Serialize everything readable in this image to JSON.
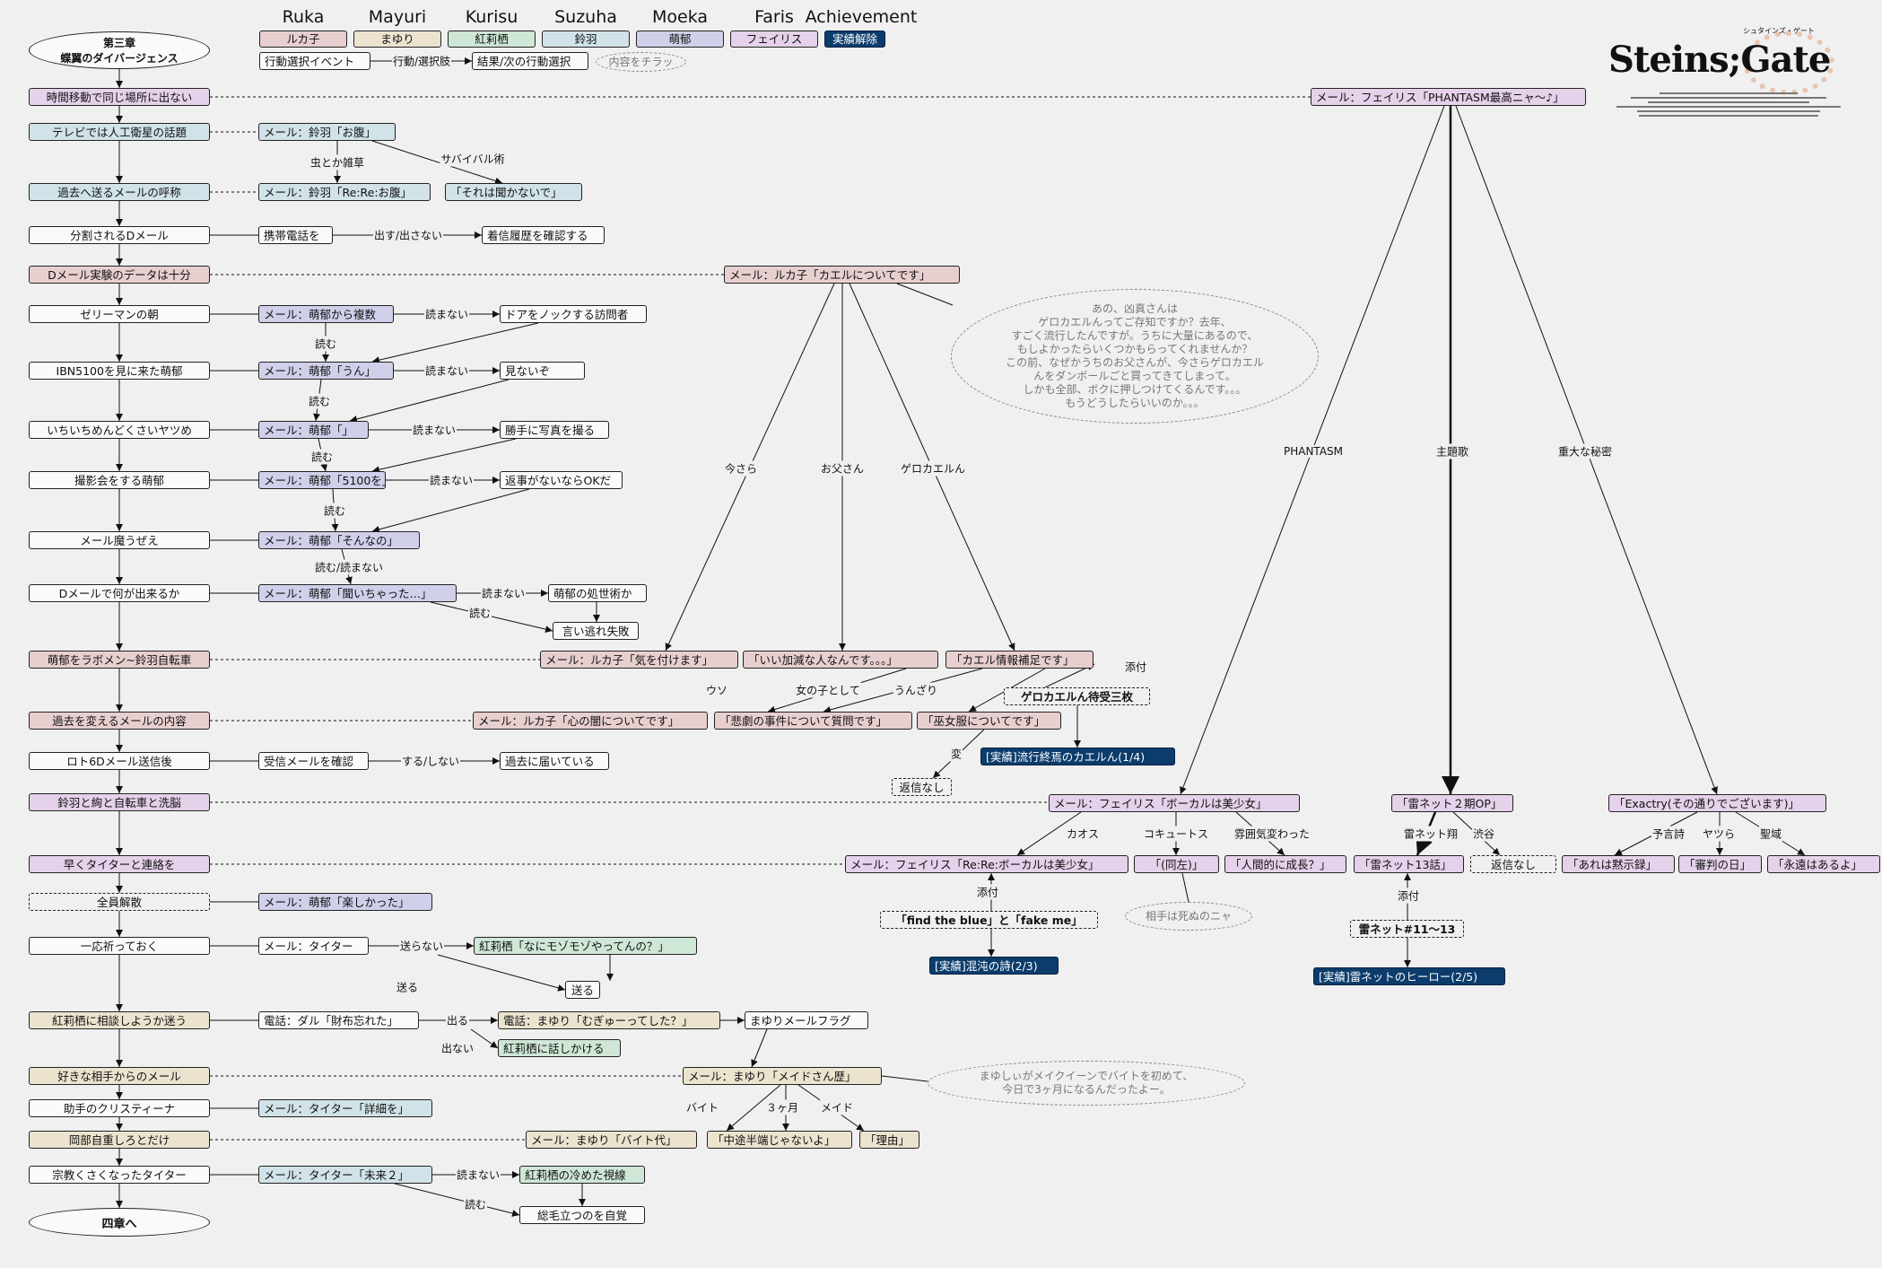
{
  "legend": {
    "characters": [
      {
        "name": "Ruka",
        "label": "ルカ子",
        "color": "#e8cfcf"
      },
      {
        "name": "Mayuri",
        "label": "まゆり",
        "color": "#ece3cf"
      },
      {
        "name": "Kurisu",
        "label": "紅莉栖",
        "color": "#cfe7d6"
      },
      {
        "name": "Suzuha",
        "label": "鈴羽",
        "color": "#d1e3e8"
      },
      {
        "name": "Moeka",
        "label": "萌郁",
        "color": "#d0d0ea"
      },
      {
        "name": "Faris",
        "label": "フェイリス",
        "color": "#e5d1ea"
      },
      {
        "name": "Achievement",
        "label": "実績解除",
        "color": "#0b3c6c"
      }
    ],
    "event": "行動選択イベント",
    "choice": "行動/選択肢",
    "result": "結果/次の行動選択",
    "glimpse": "内容をチラッ"
  },
  "chapter": {
    "line1": "第三章",
    "line2": "蝶翼のダイバージェンス",
    "next": "四章へ"
  },
  "logo": {
    "title": "Steins;Gate",
    "subtitle": "シュタインズ・ゲート"
  },
  "main_events": [
    "時間移動で同じ場所に出ない",
    "テレビでは人工衛星の話題",
    "過去へ送るメールの呼称",
    "分割されるDメール",
    "Dメール実験のデータは十分",
    "ゼリーマンの朝",
    "IBN5100を見に来た萌郁",
    "いちいちめんどくさいヤツめ",
    "撮影会をする萌郁",
    "メール魔うぜえ",
    "Dメールで何が出来るか",
    "萌郁をラボメン~鈴羽自転車",
    "過去を変えるメールの内容",
    "ロト6Dメール送信後",
    "鈴羽と絢と自転車と洗脳",
    "早くタイターと連絡を",
    "全員解散",
    "一応祈っておく",
    "紅莉栖に相談しようか迷う",
    "好きな相手からのメール",
    "助手のクリスティーナ",
    "岡部自重しろとだけ",
    "宗教くさくなったタイター"
  ],
  "nodes": {
    "suzu_onaka": "メール：鈴羽「お腹」",
    "suzu_rere": "メール：鈴羽「Re:Re:お腹」",
    "sore": "「それは聞かないで」",
    "keitai": "携帯電話を",
    "chakushin": "着信履歴を確認する",
    "ruka_kaeru": "メール：ルカ子「カエルについてです」",
    "moe_fukusu": "メール：萌郁から複数",
    "door": "ドアをノックする訪問者",
    "moe_un": "メール：萌郁「うん」",
    "minaizo": "見ないぞ",
    "moe_empty": "メール：萌郁「」",
    "katte": "勝手に写真を撮る",
    "moe_5100": "メール：萌郁「5100を」",
    "henji": "返事がないならOKだ",
    "moe_sonna": "メール：萌郁「そんなの」",
    "moe_kiichatta": "メール：萌郁「聞いちゃった…」",
    "shoseijutsu": "萌郁の処世術か",
    "iinogare": "言い逃れ失敗",
    "ruka_ki": "メール：ルカ子「気を付けます」",
    "iikagen": "「いい加減な人なんです。。。」",
    "kaeru_hosoku": "「カエル情報補足です」",
    "gero_3": "ゲロカエルん待受三枚",
    "ruka_yami": "メール：ルカ子「心の闇についてです」",
    "higeki": "「悲劇の事件について質問です」",
    "miko": "「巫女服についてです」",
    "henshin_nashi1": "返信なし",
    "ach_kaeru": "[実績]流行終焉のカエルん(1/4)",
    "jushin": "受信メールを確認",
    "kako_todoite": "過去に届いている",
    "faris_phantasm": "メール：フェイリス「PHANTASM最高ニャ～♪」",
    "faris_vocal": "メール：フェイリス「ボーカルは美少女」",
    "rainet_op": "「雷ネット２期OP」",
    "exactry": "「Exactry(その通りでございます)」",
    "faris_rere": "メール：フェイリス「Re:Re:ボーカルは美少女」",
    "douhidari": "「(同左)」",
    "ningen": "「人間的に成長？」",
    "rainet13": "「雷ネット13話」",
    "henshin_nashi2": "返信なし",
    "mokushiroku": "「あれは黙示録」",
    "shinpan": "「審判の日」",
    "eien": "「永遠はあるよ」",
    "find_blue": "「find the blue」と「fake me」",
    "rainet11": "雷ネット#11～13",
    "ach_konton": "[実績]混沌の詩(2/3)",
    "ach_hero": "[実績]雷ネットのヒーロー(2/5)",
    "moe_tanoshi": "メール：萌郁「楽しかった」",
    "titor": "メール：タイター",
    "kurisu_mozo": "紅莉栖「なにモゾモゾやってんの？」",
    "okuru": "送る",
    "daru": "電話：ダル「財布忘れた」",
    "mayuri_mugyu": "電話：まゆり「むぎゅーってした？」",
    "mayuri_flag": "まゆりメールフラグ",
    "kurisu_hanashi": "紅莉栖に話しかける",
    "mayuri_maid": "メール：まゆり「メイドさん歴」",
    "titor_shosai": "メール：タイター「詳細を」",
    "mayuri_baito": "メール：まゆり「バイト代」",
    "chuto": "「中途半端じゃないよ」",
    "riyu": "「理由」",
    "titor_mirai": "メール：タイター「未来２」",
    "kurisu_sameta": "紅莉栖の冷めた視線",
    "somo": "総毛立つのを自覚"
  },
  "labels": {
    "mushi": "虫とか雑草",
    "survival": "サバイバル術",
    "dasu": "出す/出さない",
    "yomanai": "読まない",
    "yomu": "読む",
    "yomu_yomanai": "読む/読まない",
    "imasara": "今さら",
    "otousan": "お父さん",
    "gerokaerun": "ゲロカエルん",
    "phantasm": "PHANTASM",
    "shudaika": "主題歌",
    "juudai": "重大な秘密",
    "uso": "ウソ",
    "onnanoko": "女の子として",
    "unzari": "うんざり",
    "tenpu": "添付",
    "hen": "変",
    "suru": "する/しない",
    "chaos": "カオス",
    "kokyutosu": "コキュートス",
    "fun": "雰囲気変わった",
    "raishou": "雷ネット翔",
    "shibuya": "渋谷",
    "yogen": "予言詩",
    "yatsura": "ヤツら",
    "seiiki": "聖域",
    "okuranai": "送らない",
    "okuru": "送る",
    "deru": "出る",
    "denai": "出ない",
    "baito": "バイト",
    "sankagetsu": "３ヶ月",
    "maid": "メイド"
  },
  "bubbles": {
    "ruka": "あの、凶真さんは\nゲロカエルんってご存知ですか？去年、\nすごく流行したんですが。うちに大量にあるので、\nもしよかったらいくつかもらってくれませんか？\nこの前、なぜかうちのお父さんが、今さらゲロカエル\nんをダンボールごと買ってきてしまって。\nしかも全部、ボクに押しつけてくるんです。。。\nもうどうしたらいいのか。。。",
    "aite": "相手は死ぬのニャ",
    "maid": "まゆしぃがメイクイーンでバイトを初めて、\n今日で3ヶ月になるんだったよー。"
  }
}
